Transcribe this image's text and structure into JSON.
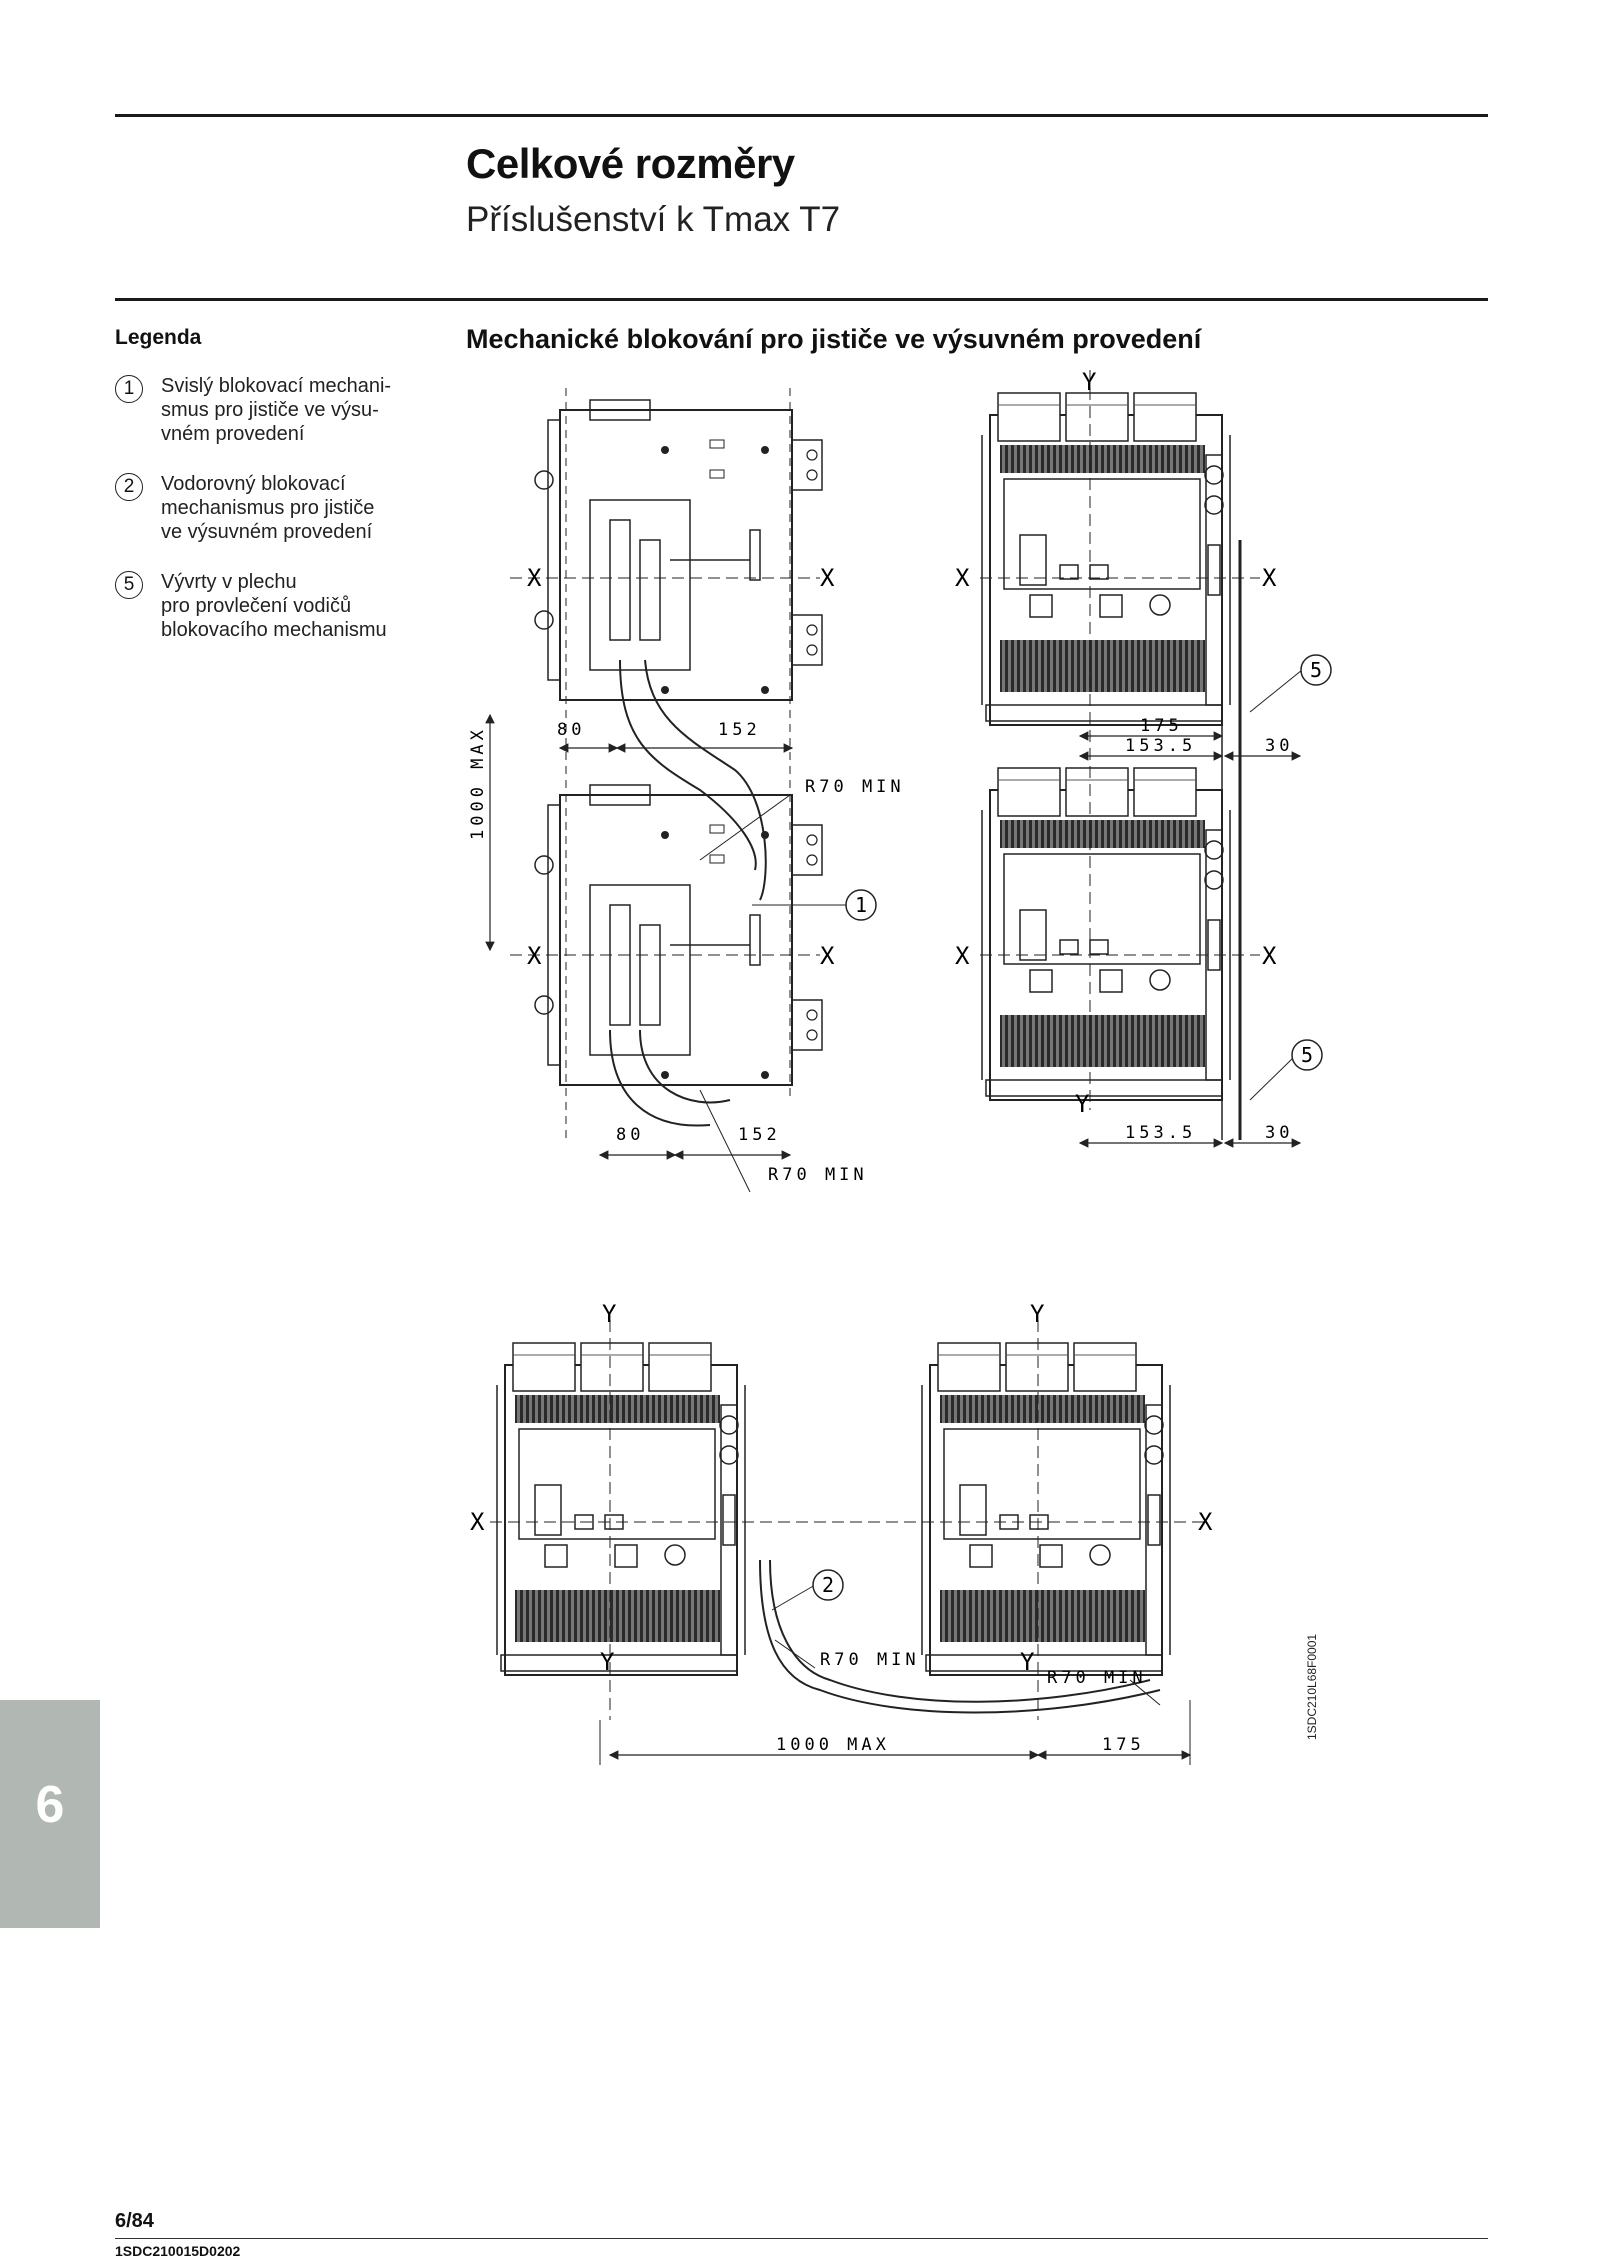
{
  "header": {
    "title": "Celkové rozměry",
    "subtitle": "Příslušenství k Tmax T7"
  },
  "legend": {
    "title": "Legenda",
    "items": [
      {
        "num": "1",
        "lines": [
          "Svislý blokovací mechani-",
          "smus pro jističe ve výsu-",
          "vném provedení"
        ]
      },
      {
        "num": "2",
        "lines": [
          "Vodorovný blokovací",
          "mechanismus pro jističe",
          "ve výsuvném provedení"
        ]
      },
      {
        "num": "5",
        "lines": [
          "Vývrty v plechu",
          "pro provlečení vodičů",
          "blokovacího mechanismu"
        ]
      }
    ]
  },
  "section": {
    "title": "Mechanické blokování pro jističe ve výsuvném provedení"
  },
  "drawing": {
    "axis_x": "X",
    "axis_y": "Y",
    "dims": {
      "d80": "80",
      "d152": "152",
      "d175": "175",
      "d1535": "153.5",
      "d30": "30",
      "d1000max": "1000 MAX",
      "r70min": "R70 MIN"
    },
    "callouts": {
      "c1": "1",
      "c2": "2",
      "c5": "5"
    },
    "drawing_code": "1SDC210L68F0001"
  },
  "chapter": "6",
  "footer": {
    "page": "6/84",
    "code": "1SDC210015D0202"
  }
}
